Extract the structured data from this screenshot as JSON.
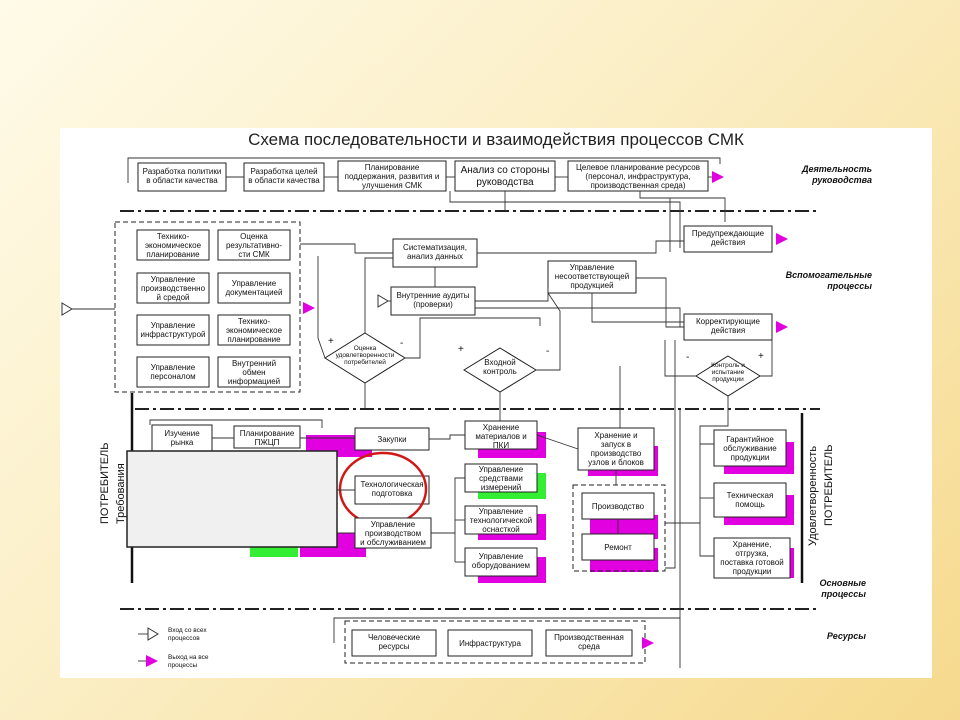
{
  "title": "Схема последовательности и взаимодействия  процессов СМК",
  "sections": {
    "management": [
      "Деятельность",
      "руководства"
    ],
    "support": [
      "Вспомогательные",
      "процессы"
    ],
    "main": [
      "Основные",
      "процессы"
    ],
    "resources": "Ресурсы"
  },
  "side_labels": {
    "consumer_req": [
      "ПОТРЕБИТЕЛЬ",
      "Требования"
    ],
    "consumer_sat": [
      "Удовлетворенность",
      "ПОТРЕБИТЕЛЬ"
    ]
  },
  "management_boxes": [
    [
      "Разработка политики",
      "в области качества"
    ],
    [
      "Разработка целей",
      "в области качества"
    ],
    [
      "Планирование",
      "поддержания, развития и",
      "улучшения СМК"
    ],
    [
      "Анализ со стороны",
      "руководства"
    ],
    [
      "Целевое планирование ресурсов",
      "(персонал, инфраструктура,",
      "производственная среда)"
    ]
  ],
  "support_boxes": [
    [
      "Технико-",
      "экономическое",
      "планирование"
    ],
    [
      "Оценка",
      "результативно-",
      "сти СМК"
    ],
    [
      "Управление",
      "производственно",
      "й средой"
    ],
    [
      "Управление",
      "документацией"
    ],
    [
      "Управление",
      "инфраструктурой"
    ],
    [
      "Технико-",
      "экономическое",
      "планирование"
    ],
    [
      "Управление",
      "персоналом"
    ],
    [
      "Внутренний",
      "обмен",
      "информацией"
    ]
  ],
  "analysis_boxes": {
    "systematization": [
      "Систематизация,",
      "анализ данных"
    ],
    "audits": [
      "Внутренние аудиты",
      "(проверки)"
    ],
    "nonconformity": [
      "Управление",
      "несоответствующей",
      "продукцией"
    ],
    "preventive": [
      "Предупреждающие",
      "действия"
    ],
    "corrective": [
      "Корректирующие",
      "действия"
    ]
  },
  "decisions": {
    "qms_eval": [
      "Оценка",
      "удовлетворенности",
      "потребителей"
    ],
    "incoming": [
      "Входной",
      "контроль"
    ],
    "control": [
      "Контроль и",
      "испытание",
      "продукции"
    ]
  },
  "signs": {
    "plus": "+",
    "minus": "-"
  },
  "main_boxes": {
    "market": [
      "Изучение",
      "рынка"
    ],
    "planning": [
      "Планирование",
      "ПЖЦП"
    ],
    "purchases": "Закупки",
    "tech_prep": [
      "Технологическая",
      "подготовка"
    ],
    "prod_mgmt": [
      "Управление",
      "производством",
      "и обслуживанием"
    ],
    "storage": [
      "Хранение",
      "материалов и",
      "ПКИ"
    ],
    "measuring": [
      "Управление",
      "средствами",
      "измерений"
    ],
    "tooling": [
      "Управление",
      "технологической",
      "оснасткой"
    ],
    "equipment": [
      "Управление",
      "оборудованием"
    ],
    "storage_launch": [
      "Хранение и",
      "запуск в",
      "производство",
      "узлов и блоков"
    ],
    "production": "Производство",
    "repair": "Ремонт",
    "warranty": [
      "Гарантийное",
      "обслуживание",
      "продукции"
    ],
    "tech_help": [
      "Техническая",
      "помощь"
    ],
    "shipment": [
      "Хранение,",
      "отгрузка,",
      "поставка готовой",
      "продукции"
    ]
  },
  "resource_boxes": [
    [
      "Человеческие",
      "ресурсы"
    ],
    "Инфраструктура",
    [
      "Производственная",
      "среда"
    ]
  ],
  "legend": {
    "input": [
      "Вход со всех",
      "процессов"
    ],
    "output": [
      "Выход на все",
      "процессы"
    ]
  },
  "colors": {
    "magenta": "#e000e0",
    "green": "#33ee33",
    "highlight": "#d01818"
  }
}
